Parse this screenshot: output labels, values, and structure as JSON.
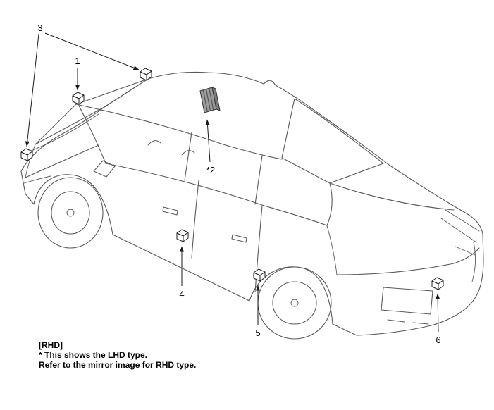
{
  "diagram": {
    "callouts": {
      "c1": {
        "label": "1"
      },
      "c2": {
        "label": "*2"
      },
      "c3": {
        "label": "3"
      },
      "c4": {
        "label": "4"
      },
      "c5": {
        "label": "5"
      },
      "c6": {
        "label": "6"
      }
    },
    "footnote": {
      "line1": "[RHD]",
      "line2": "* This shows the LHD type.",
      "line3": "Refer to the mirror image for RHD type."
    },
    "colors": {
      "background": "#ffffff",
      "car_line": "#595959",
      "callout_line": "#1a1a1a",
      "label_text": "#000000",
      "component_fill": "#ffffff",
      "module_fill": "#9b9b9b",
      "module_side": "#7a7a7a",
      "module_stripe": "#555555"
    }
  }
}
